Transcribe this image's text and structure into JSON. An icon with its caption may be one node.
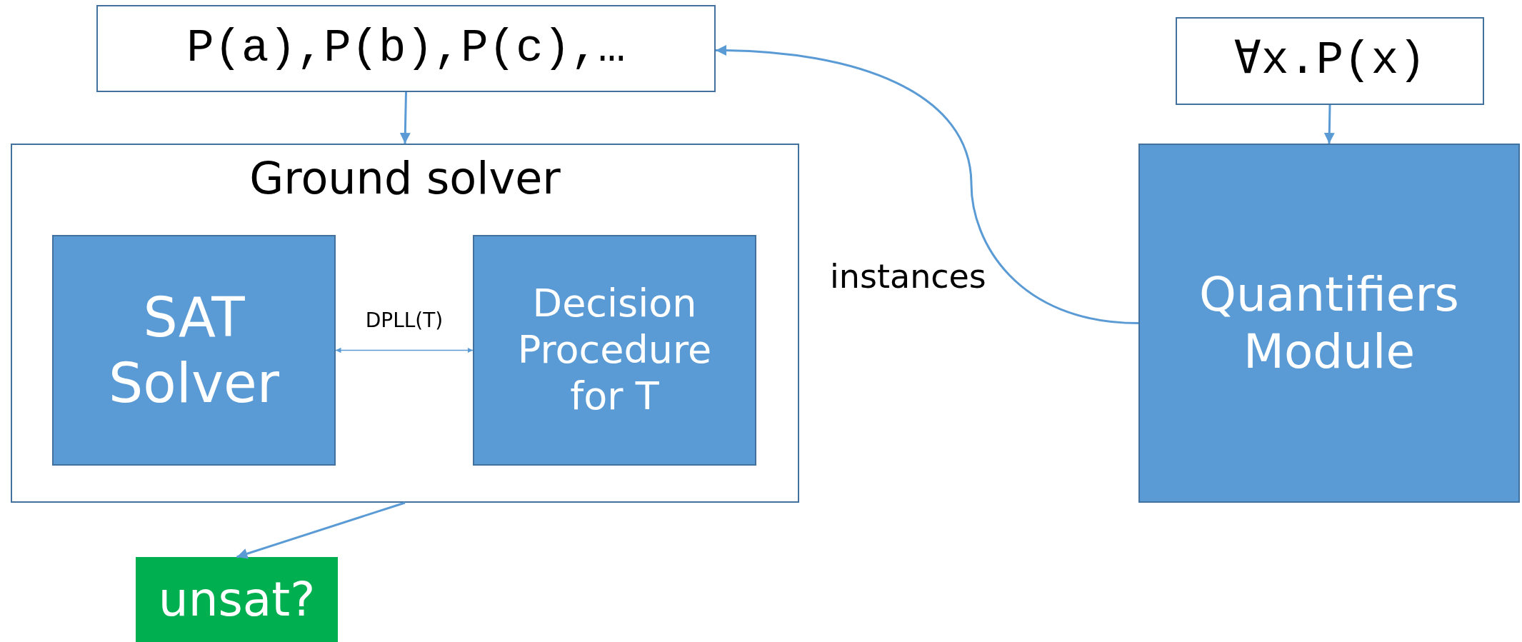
{
  "diagram": {
    "nodes": [
      {
        "text": [
          "P(a),P(b),P(c),…"
        ]
      },
      {
        "text": [
          "Ground solver"
        ]
      },
      {
        "text": [
          "SAT Solver"
        ],
        "in": 1
      },
      {
        "text": [
          "Decision Procedure for T"
        ],
        "in": 1
      },
      {
        "text": [
          "∀x.P(x)"
        ]
      },
      {
        "text": [
          "Quantifiers Module"
        ]
      },
      {
        "text": [
          "unsat?"
        ]
      }
    ],
    "edges": [
      {
        "from": 0,
        "to": 1,
        "arrow": "to"
      },
      {
        "from": 2,
        "to": 3,
        "arrow": "both",
        "label": "DPLL(T)"
      },
      {
        "from": 4,
        "to": 5,
        "arrow": "to"
      },
      {
        "from": 5,
        "to": 0,
        "arrow": "to",
        "label": "instances"
      },
      {
        "from": 1,
        "to": 6,
        "arrow": "to"
      }
    ]
  }
}
